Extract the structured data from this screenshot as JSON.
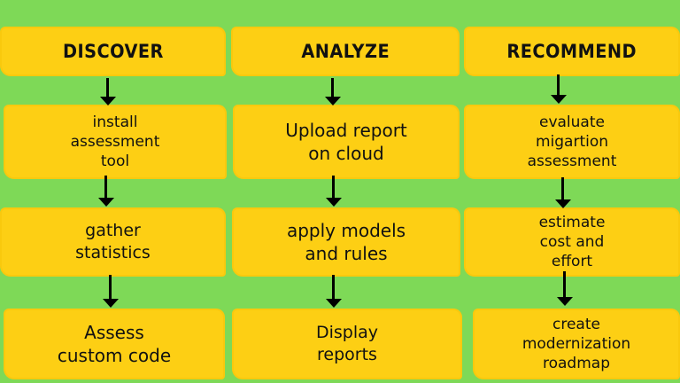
{
  "columns": [
    {
      "header": "DISCOVER",
      "steps": [
        "install\nassessment\ntool",
        "gather\nstatistics",
        "Assess\ncustom code"
      ]
    },
    {
      "header": "ANALYZE",
      "steps": [
        "Upload report\non cloud",
        "apply models\nand rules",
        "Display\nreports"
      ]
    },
    {
      "header": "RECOMMEND",
      "steps": [
        "evaluate\nmigartion\nassessment",
        "estimate\ncost and\neffort",
        "create\nmodernization\nroadmap"
      ]
    }
  ],
  "colors": {
    "background": "#7ed957",
    "box": "#fdcf14",
    "text": "#111111",
    "arrow": "#000000"
  }
}
